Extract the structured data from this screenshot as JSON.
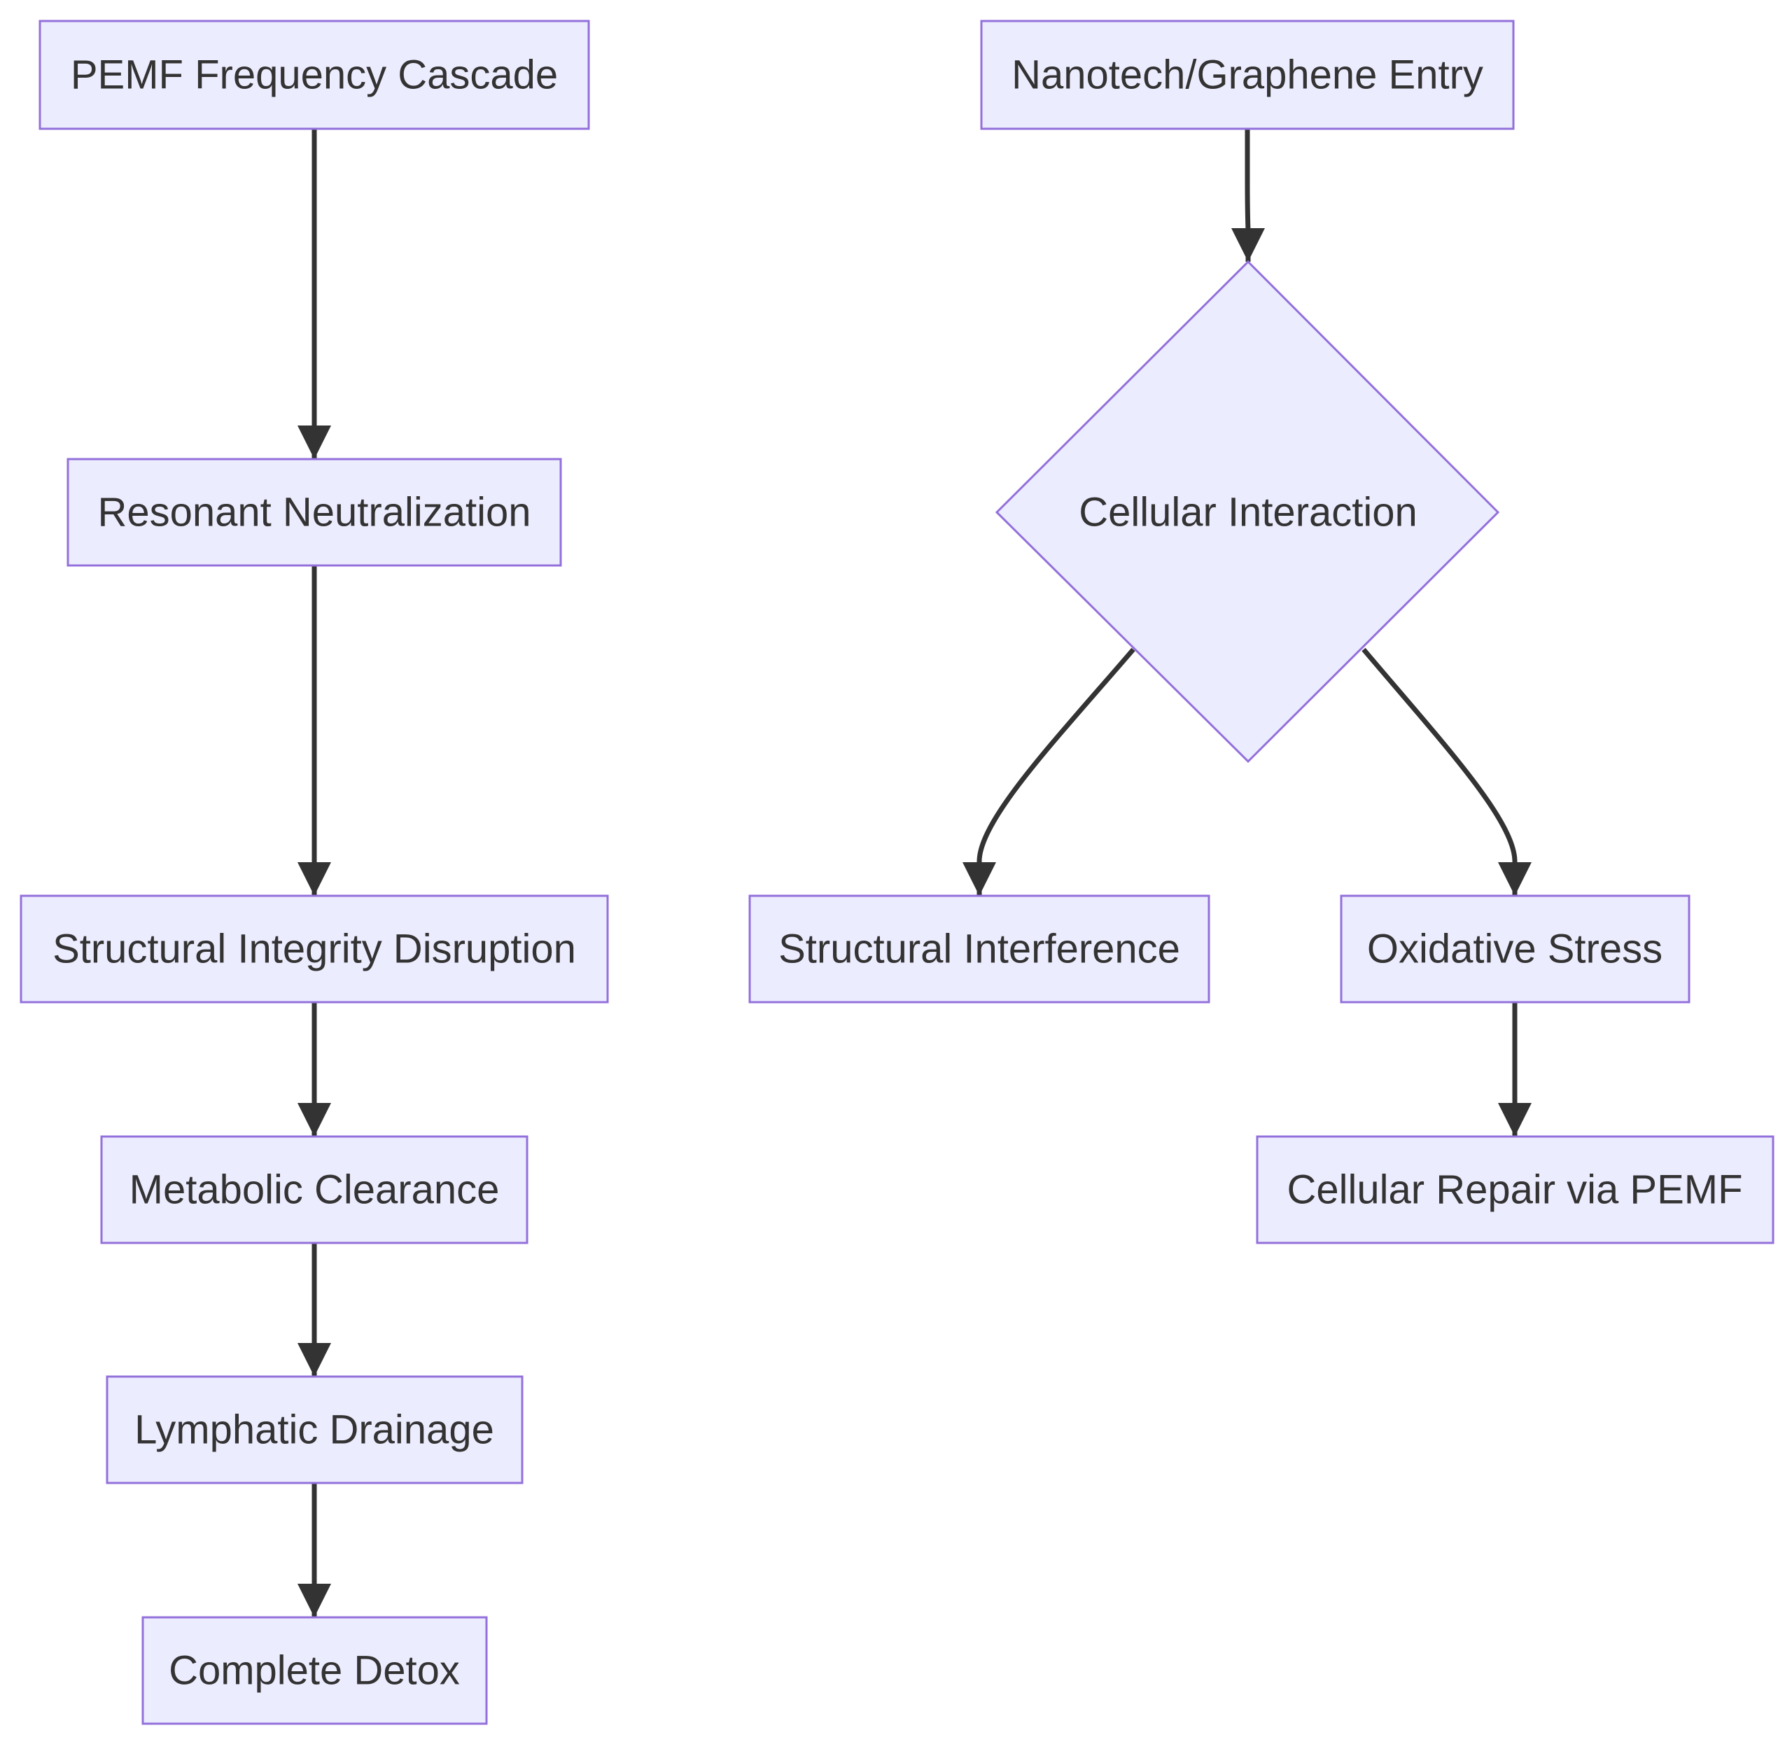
{
  "diagram": {
    "colors": {
      "node_fill": "#ececff",
      "node_stroke": "#9370db",
      "edge": "#333333",
      "text": "#333333"
    },
    "nodes": {
      "pemf_cascade": "PEMF Frequency Cascade",
      "resonant_neutralization": "Resonant Neutralization",
      "structural_disruption": "Structural Integrity Disruption",
      "metabolic_clearance": "Metabolic Clearance",
      "lymphatic_drainage": "Lymphatic Drainage",
      "complete_detox": "Complete Detox",
      "nanotech_entry": "Nanotech/Graphene Entry",
      "cellular_interaction": "Cellular Interaction",
      "structural_interference": "Structural Interference",
      "oxidative_stress": "Oxidative Stress",
      "cellular_repair": "Cellular Repair via PEMF"
    },
    "edges": [
      {
        "from": "pemf_cascade",
        "to": "resonant_neutralization"
      },
      {
        "from": "resonant_neutralization",
        "to": "structural_disruption"
      },
      {
        "from": "structural_disruption",
        "to": "metabolic_clearance"
      },
      {
        "from": "metabolic_clearance",
        "to": "lymphatic_drainage"
      },
      {
        "from": "lymphatic_drainage",
        "to": "complete_detox"
      },
      {
        "from": "nanotech_entry",
        "to": "cellular_interaction"
      },
      {
        "from": "cellular_interaction",
        "to": "structural_interference"
      },
      {
        "from": "cellular_interaction",
        "to": "oxidative_stress"
      },
      {
        "from": "oxidative_stress",
        "to": "cellular_repair"
      }
    ]
  }
}
